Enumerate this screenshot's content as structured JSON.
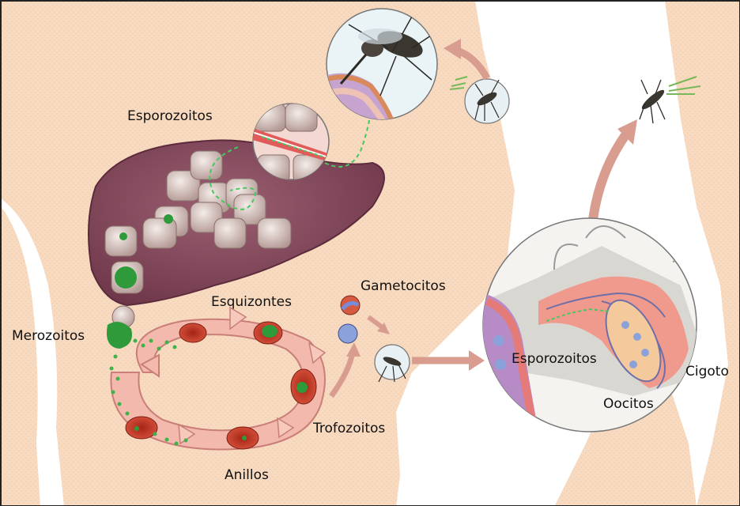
{
  "labels": {
    "esporozoitos_liver": "Esporozoitos",
    "esquizontes": "Esquizontes",
    "merozoitos": "Merozoitos",
    "gametocitos": "Gametocitos",
    "trofozoitos": "Trofozoitos",
    "anillos": "Anillos",
    "esporozoitos_mosquito": "Esporozoitos",
    "cigoto": "Cigoto",
    "oocitos": "Oocitos"
  },
  "colors": {
    "skin": "#f6d8bd",
    "liver": "#8a4e62",
    "cell_ring": "#f3b9ad",
    "arrow": "#c97f78",
    "red_cell": "#c0392b",
    "parasite": "#2f9a3a"
  }
}
